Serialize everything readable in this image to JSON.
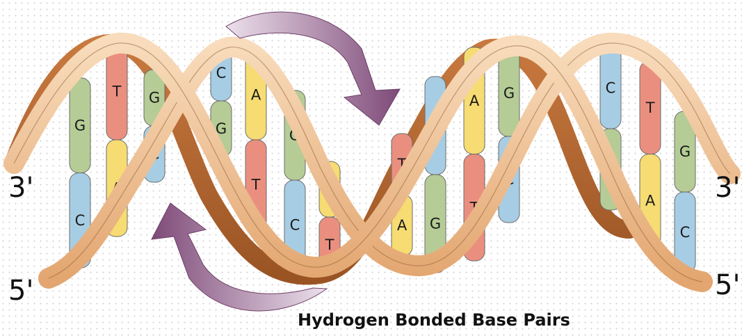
{
  "labels": {
    "left_top": "3'",
    "left_bottom": "5'",
    "right_top": "3'",
    "right_bottom": "5'",
    "caption": "Hydrogen Bonded Base Pairs"
  },
  "colors": {
    "G": "#b5cc96",
    "C": "#a6cde4",
    "A": "#f6dc72",
    "T": "#ea8f7f",
    "strand_light": "#f2c79c",
    "strand_dark": "#b96a33",
    "arrow": "#8c5a86"
  },
  "base_pairs": [
    {
      "top": "G",
      "bottom": "C"
    },
    {
      "top": "T",
      "bottom": "A"
    },
    {
      "top": "G",
      "bottom": "C"
    },
    {
      "top": "C",
      "bottom": "G"
    },
    {
      "top": "A",
      "bottom": "T"
    },
    {
      "top": "G",
      "bottom": "C"
    },
    {
      "top": "A",
      "bottom": "T"
    },
    {
      "top": "T",
      "bottom": "A"
    },
    {
      "top": "C",
      "bottom": "G"
    },
    {
      "top": "A",
      "bottom": "T"
    },
    {
      "top": "G",
      "bottom": "C"
    },
    {
      "top": "C",
      "bottom": "G"
    },
    {
      "top": "T",
      "bottom": "A"
    },
    {
      "top": "G",
      "bottom": "C"
    }
  ]
}
